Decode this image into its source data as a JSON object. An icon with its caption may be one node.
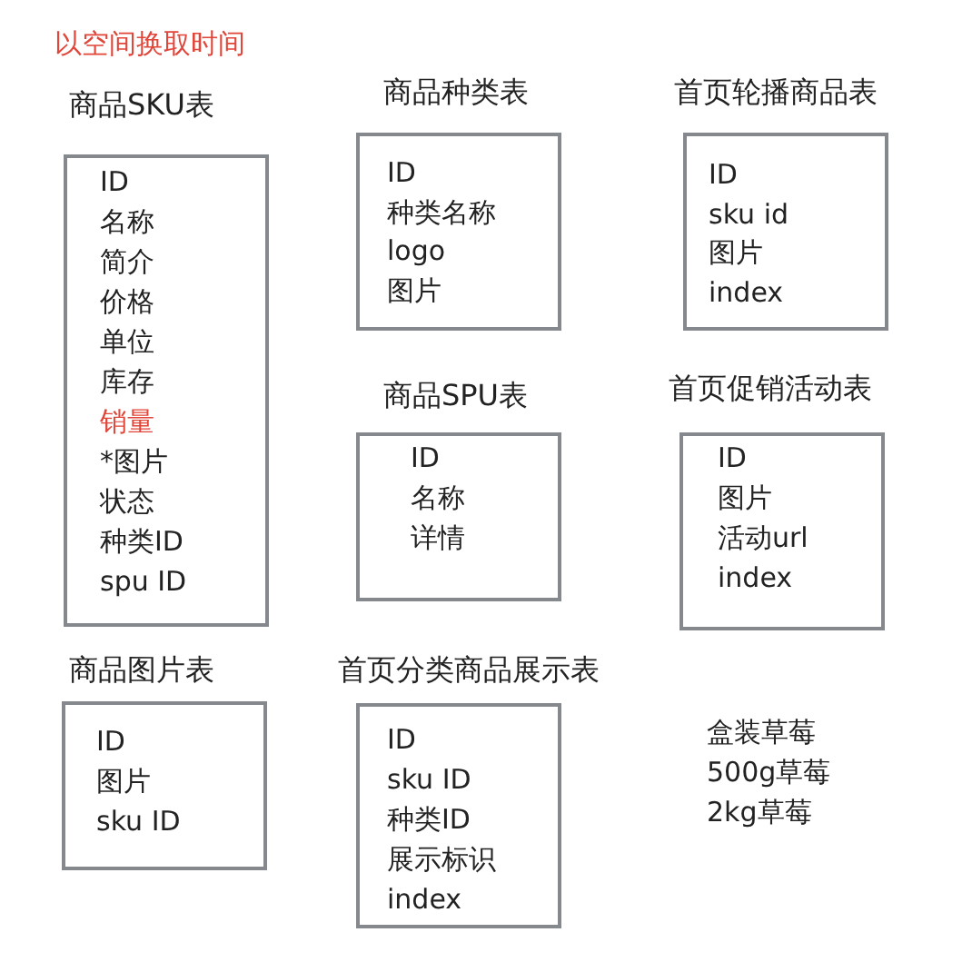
{
  "diagram": {
    "title": "以空间换取时间",
    "nodes": [
      {
        "text": [
          "商品SKU表",
          "ID",
          "名称",
          "简介",
          "价格",
          "单位",
          "库存",
          "销量",
          "*图片",
          "状态",
          "种类ID",
          "spu ID"
        ]
      },
      {
        "text": [
          "商品种类表",
          "ID",
          "种类名称",
          "logo",
          "图片"
        ]
      },
      {
        "text": [
          "首页轮播商品表",
          "ID",
          "sku id",
          "图片",
          "index"
        ]
      },
      {
        "text": [
          "商品SPU表",
          "ID",
          "名称",
          "详情"
        ]
      },
      {
        "text": [
          "首页促销活动表",
          "ID",
          "图片",
          "活动url",
          "index"
        ]
      },
      {
        "text": [
          "商品图片表",
          "ID",
          "图片",
          "sku ID"
        ]
      },
      {
        "text": [
          "首页分类商品展示表",
          "ID",
          "sku ID",
          "种类ID",
          "展示标识",
          "index"
        ]
      }
    ],
    "labels": [
      "盒装草莓",
      "500g草莓",
      "2kg草莓"
    ]
  }
}
